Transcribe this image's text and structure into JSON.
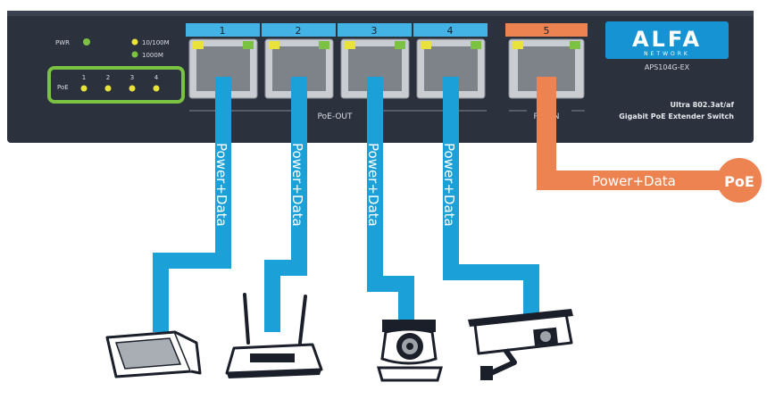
{
  "device": {
    "brand": "ALFA",
    "brand_sub": "NETWORK",
    "model": "APS104G-EX",
    "desc_line1": "Ultra 802.3at/af",
    "desc_line2": "Gigabit PoE Extender Switch"
  },
  "leds": {
    "pwr": "PWR",
    "speed_low": "10/100M",
    "speed_high": "1000M",
    "poe": "PoE",
    "poe_numbers": [
      "1",
      "2",
      "3",
      "4"
    ]
  },
  "ports": [
    {
      "number": "1",
      "role": "poe-out"
    },
    {
      "number": "2",
      "role": "poe-out"
    },
    {
      "number": "3",
      "role": "poe-out"
    },
    {
      "number": "4",
      "role": "poe-out"
    },
    {
      "number": "5",
      "role": "poe-in"
    }
  ],
  "groups": {
    "poe_out": "PoE-OUT",
    "poe_in": "PoE-IN"
  },
  "cables": {
    "label": "Power+Data",
    "badge": "PoE"
  },
  "devices": [
    "tablet-terminal",
    "wifi-router",
    "ptz-camera",
    "bullet-camera"
  ],
  "colors": {
    "panel": "#2b323e",
    "cable_blue": "#1ba1d8",
    "cable_orange": "#ee8352",
    "led_green": "#7cc242",
    "port_label_blue": "#43b3e5",
    "brand_blue": "#1693d2"
  }
}
